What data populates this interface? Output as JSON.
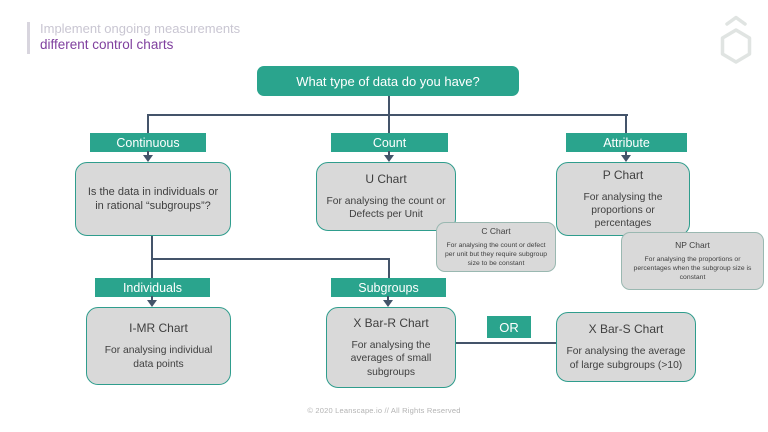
{
  "colors": {
    "accent_teal": "#2aa48d",
    "connector": "#44546a",
    "box_fill": "#d9d9d9",
    "box_border_teal": "#2f9d8d",
    "sub_box_border": "#9ab8b1",
    "title_purple": "#7f3f9e",
    "subtitle_gray": "#c9c6d2",
    "text_dark": "#3f3f3f",
    "footer_gray": "#b3b3b3",
    "logo_gray": "#e0e4e2"
  },
  "header": {
    "subtitle": "Implement ongoing measurements",
    "title": "different control charts"
  },
  "flowchart": {
    "root": {
      "label": "What type of data do you have?"
    },
    "branches": {
      "continuous": {
        "label": "Continuous"
      },
      "count": {
        "label": "Count"
      },
      "attribute": {
        "label": "Attribute"
      }
    },
    "question": {
      "text": "Is the data in individuals or in rational “subgroups”?"
    },
    "charts": {
      "u": {
        "title": "U Chart",
        "body": "For analysing the count or Defects per Unit"
      },
      "c": {
        "title": "C Chart",
        "body": "For analysing the count or defect per unit but they require subgroup size to be constant"
      },
      "p": {
        "title": "P Chart",
        "body": "For analysing the proportions or percentages"
      },
      "np": {
        "title": "NP Chart",
        "body": "For analysing the proportions or percentages when the subgroup size is constant"
      },
      "imr": {
        "title": "I-MR Chart",
        "body": "For analysing individual data points"
      },
      "xbar_r": {
        "title": "X Bar-R Chart",
        "body": "For analysing the averages of small subgroups"
      },
      "xbar_s": {
        "title": "X Bar-S Chart",
        "body": "For analysing the average of large subgroups (>10)"
      }
    },
    "sub_branches": {
      "individuals": {
        "label": "Individuals"
      },
      "subgroups": {
        "label": "Subgroups"
      }
    },
    "or_label": "OR"
  },
  "footer": {
    "text": "© 2020 Leanscape.io // All Rights Reserved"
  }
}
